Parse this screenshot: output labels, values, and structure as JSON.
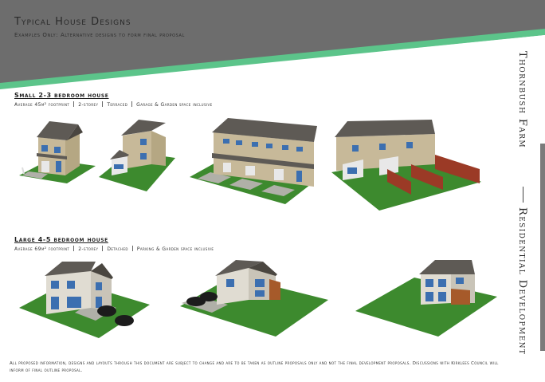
{
  "header": {
    "title": "Typical House Designs",
    "subtitle": "Examples Only: Alternative designs to form final proposal",
    "band_color": "#6b6b6b",
    "accent_color": "#5cc48a"
  },
  "side_panel": {
    "title": "Thornbush Farm",
    "subtitle": "Residential Development"
  },
  "small_section": {
    "title": "Small 2-3 bedroom house",
    "specs": [
      "Average 45m² footprint",
      "2-storey",
      "Terraced",
      "Garage & Garden space inclusive"
    ]
  },
  "large_section": {
    "title": "Large 4-5 bedroom house",
    "specs": [
      "Average 69m² footprint",
      "2-storey",
      "Detached",
      "Parking & Garden space inclusive"
    ]
  },
  "footer": {
    "note": "All proposed information, designs and layouts through this document are subject to change and are to be taken as outline proposals only and not the final development proposals. Discussions with Kirklees Council will inform of final outline proposal."
  },
  "colors": {
    "grass": "#3d8a2e",
    "roof": "#5e5a55",
    "brick": "#c7b999",
    "fence": "#9b3a26",
    "window": "#3c6fb0"
  }
}
